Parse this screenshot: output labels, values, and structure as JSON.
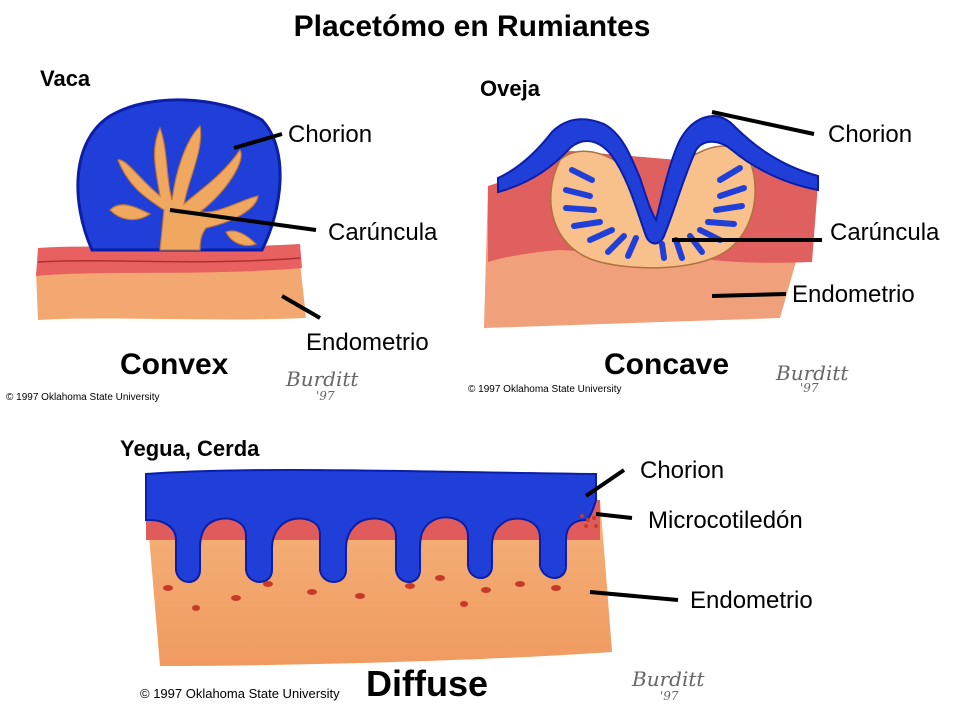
{
  "title": "Placetómo en Rumiantes",
  "colors": {
    "chorion": "#1f3fd8",
    "chorion_dark": "#0c1ea8",
    "caruncle": "#f0a860",
    "caruncle_light": "#f8c890",
    "endometrium_red": "#e85858",
    "endometrium_tissue": "#f2a870",
    "red_spots": "#c83a28",
    "lines": "#000000"
  },
  "panels": {
    "vaca": {
      "species": "Vaca",
      "labels": {
        "chorion": "Chorion",
        "caruncle": "Carúncula",
        "endometrium": "Endometrio"
      },
      "type": "Convex",
      "copyright": "© 1997 Oklahoma State University",
      "signature": "Burditt",
      "signature_year": "'97"
    },
    "oveja": {
      "species": "Oveja",
      "labels": {
        "chorion": "Chorion",
        "caruncle": "Carúncula",
        "endometrium": "Endometrio"
      },
      "type": "Concave",
      "copyright": "© 1997 Oklahoma State University",
      "signature": "Burditt",
      "signature_year": "'97"
    },
    "yegua": {
      "species": "Yegua, Cerda",
      "labels": {
        "chorion": "Chorion",
        "microcotyledon": "Microcotiledón",
        "endometrium": "Endometrio"
      },
      "type": "Diffuse",
      "copyright": "© 1997 Oklahoma State University",
      "signature": "Burditt",
      "signature_year": "'97"
    }
  }
}
